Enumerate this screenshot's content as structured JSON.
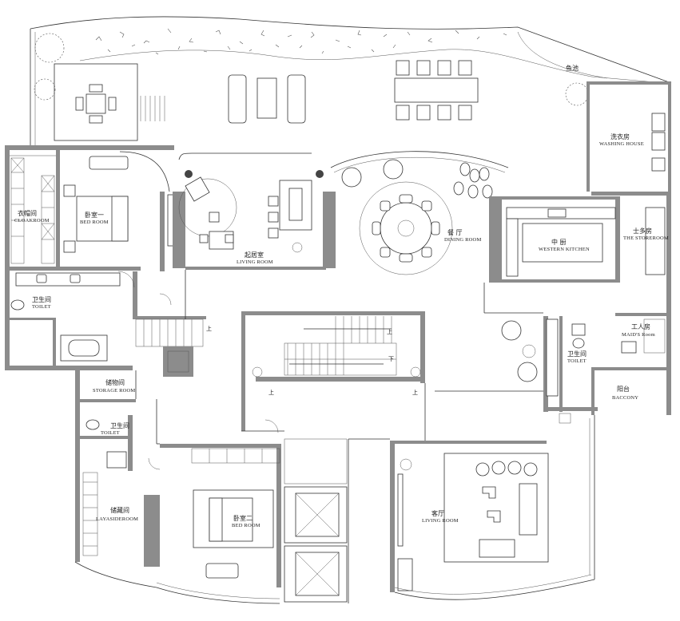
{
  "rooms": {
    "cloakroom": {
      "cn": "衣帽间",
      "en": "CLOAKROOM"
    },
    "bedroom1": {
      "cn": "卧室一",
      "en": "BED ROOM"
    },
    "living_upper": {
      "cn": "起居室",
      "en": "LIVING ROOM"
    },
    "dining": {
      "cn": "餐 厅",
      "en": "DINING ROOM"
    },
    "western_kitchen": {
      "cn": "中 厨",
      "en": "WESTERN KITCHEN"
    },
    "storeroom": {
      "cn": "士多房",
      "en": "THE STOREROOM"
    },
    "washing_house": {
      "cn": "洗衣房",
      "en": "WASHING HOUSE"
    },
    "fish_pond": {
      "cn": "鱼池"
    },
    "toilet1": {
      "cn": "卫生间",
      "en": "TOILET"
    },
    "storage": {
      "cn": "储物间",
      "en": "STORAGE ROOM"
    },
    "toilet2": {
      "cn": "卫生间",
      "en": "TOILET"
    },
    "layaside": {
      "cn": "储藏间",
      "en": "LAYASIDEROOM"
    },
    "bedroom2": {
      "cn": "卧室二",
      "en": "BED ROOM"
    },
    "living_lower": {
      "cn": "客厅",
      "en": "LIVING ROOM"
    },
    "maids": {
      "cn": "工人房",
      "en": "MAID'S Room"
    },
    "toilet3": {
      "cn": "卫生间",
      "en": "TOILET"
    },
    "balcony": {
      "cn": "阳台",
      "en": "BACCONY"
    }
  },
  "stairs": {
    "up": "上",
    "down": "下"
  },
  "colors": {
    "wall": "#8c8c8c",
    "line": "#333333",
    "label_blue": "#1f5fa8"
  }
}
